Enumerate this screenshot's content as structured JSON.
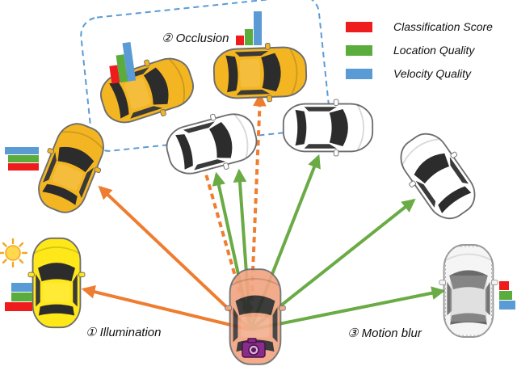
{
  "labels": {
    "occlusion": "② Occlusion",
    "illumination": "① Illumination",
    "motion_blur": "③ Motion blur"
  },
  "legend": [
    {
      "label": "Classification Score",
      "color": "#ee1c1c"
    },
    {
      "label": "Location Quality",
      "color": "#5aad3c"
    },
    {
      "label": "Velocity Quality",
      "color": "#5b9bd5"
    }
  ],
  "colors": {
    "orange_arrow": "#ee7d31",
    "green_arrow": "#6aab45",
    "occlusion_box": "#5b9bd5",
    "taxi": "#f3b522",
    "yellow_car": "#ffe81a",
    "white_car": "#ffffff",
    "ego_car": "#f2a582"
  },
  "icons": [
    "sun-icon",
    "camera-icon"
  ]
}
